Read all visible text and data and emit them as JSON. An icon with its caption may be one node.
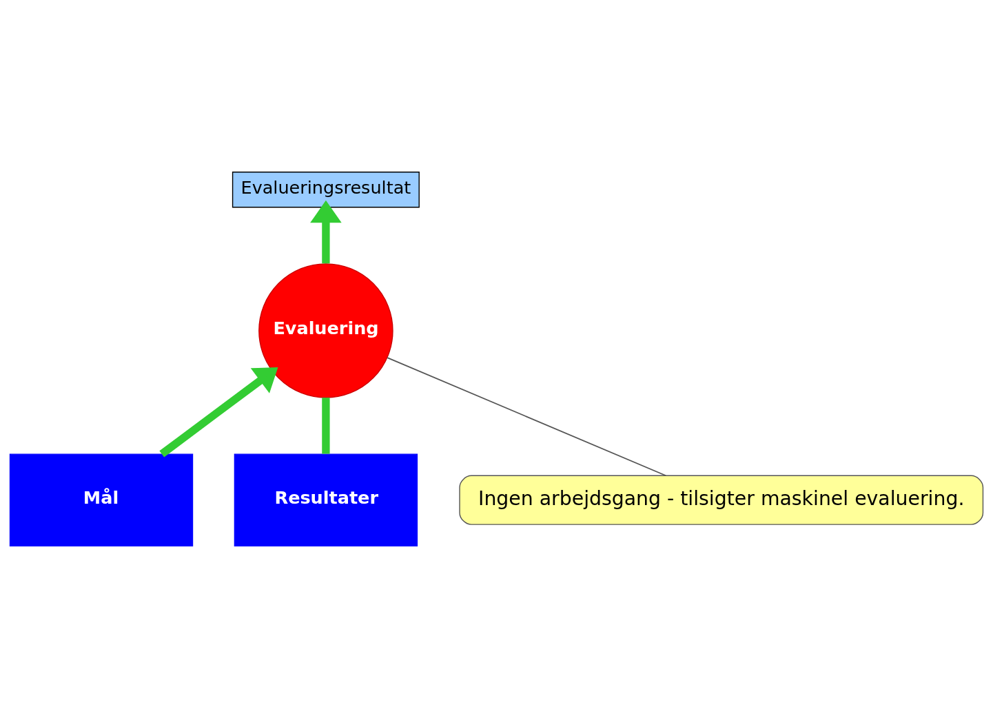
{
  "diagram": {
    "nodes": [
      {
        "text": [
          "Evalueringsresultat"
        ]
      },
      {
        "text": [
          "Evaluering"
        ]
      },
      {
        "text": [
          "Mål"
        ]
      },
      {
        "text": [
          "Resultater"
        ]
      },
      {
        "text": [
          "Ingen arbejdsgang - tilsigter maskinel evaluering."
        ]
      }
    ],
    "edges": [
      {
        "from": 1,
        "to": 0,
        "arrow": "to"
      },
      {
        "from": 3,
        "to": 1,
        "arrow": "none"
      },
      {
        "from": 2,
        "to": 1,
        "arrow": "to"
      },
      {
        "from": 4,
        "to": 1,
        "arrow": "none",
        "color": "#555555"
      }
    ]
  }
}
